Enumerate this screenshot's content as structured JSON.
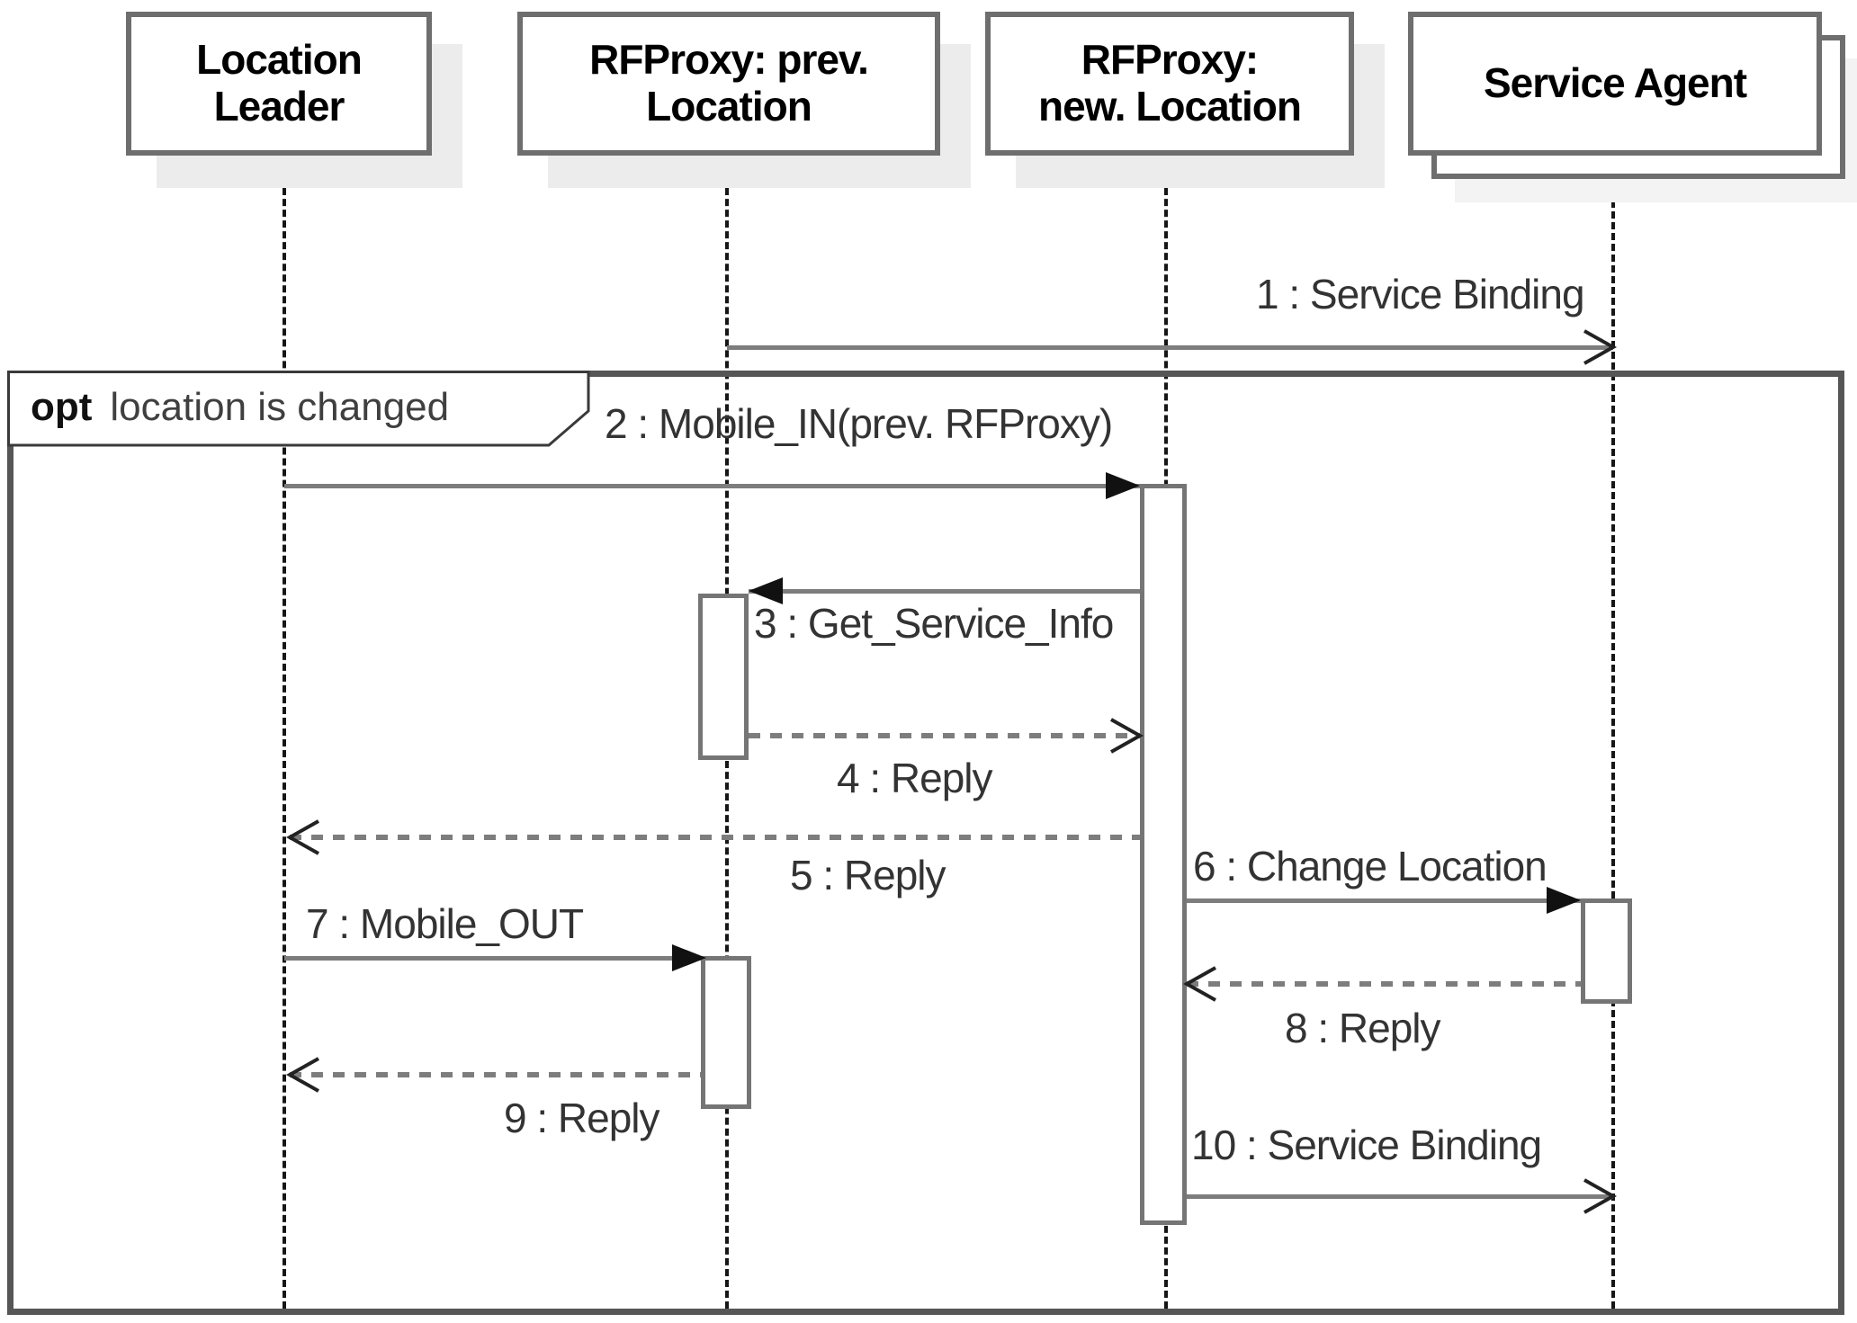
{
  "diagram": {
    "type": "uml-sequence-diagram",
    "actors": [
      {
        "id": "location-leader",
        "label": "Location\nLeader"
      },
      {
        "id": "rfproxy-prev",
        "label": "RFProxy: prev.\nLocation"
      },
      {
        "id": "rfproxy-new",
        "label": "RFProxy:\nnew. Location"
      },
      {
        "id": "service-agent",
        "label": "Service Agent",
        "multi_instance": true
      }
    ],
    "fragment": {
      "operator": "opt",
      "guard": "location is changed"
    },
    "messages": [
      {
        "num": 1,
        "label": "1 : Service Binding",
        "from": "rfproxy-prev",
        "to": "service-agent",
        "kind": "async-solid-openhead"
      },
      {
        "num": 2,
        "label": "2 : Mobile_IN(prev. RFProxy)",
        "from": "location-leader",
        "to": "rfproxy-new",
        "kind": "sync-solid-filledhead"
      },
      {
        "num": 3,
        "label": "3 : Get_Service_Info",
        "from": "rfproxy-new",
        "to": "rfproxy-prev",
        "kind": "sync-solid-filledhead"
      },
      {
        "num": 4,
        "label": "4 : Reply",
        "from": "rfproxy-prev",
        "to": "rfproxy-new",
        "kind": "reply-dashed-openhead"
      },
      {
        "num": 5,
        "label": "5 : Reply",
        "from": "rfproxy-new",
        "to": "location-leader",
        "kind": "reply-dashed-openhead"
      },
      {
        "num": 6,
        "label": "6 : Change Location",
        "from": "rfproxy-new",
        "to": "service-agent",
        "kind": "sync-solid-filledhead"
      },
      {
        "num": 7,
        "label": "7 : Mobile_OUT",
        "from": "location-leader",
        "to": "rfproxy-prev",
        "kind": "sync-solid-filledhead"
      },
      {
        "num": 8,
        "label": "8 : Reply",
        "from": "service-agent",
        "to": "rfproxy-new",
        "kind": "reply-dashed-openhead"
      },
      {
        "num": 9,
        "label": "9 : Reply",
        "from": "rfproxy-prev",
        "to": "location-leader",
        "kind": "reply-dashed-openhead"
      },
      {
        "num": 10,
        "label": "10 : Service Binding",
        "from": "rfproxy-new",
        "to": "service-agent",
        "kind": "async-solid-openhead"
      }
    ],
    "colors": {
      "message_line": "#7d7d7d",
      "label_text": "#333333",
      "box_border": "#6e6e6e",
      "frame_border": "#565656",
      "box_shadow": "#ececec",
      "filled_arrowhead": "#111111",
      "lifeline": "#161616",
      "background": "#ffffff"
    }
  }
}
